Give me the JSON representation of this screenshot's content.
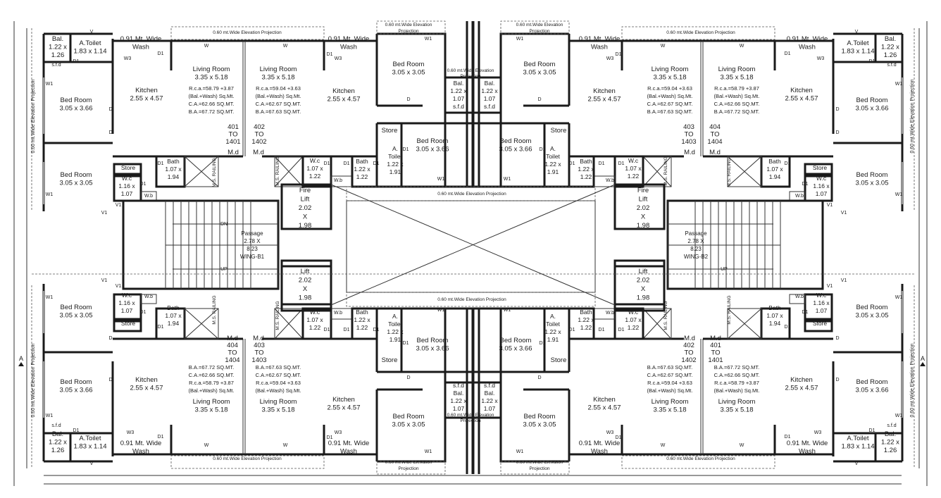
{
  "drawing": {
    "side_projection": "0.60 mt.Wide Elevation Projection",
    "section_marker": "A",
    "railing": "M.S. RAILING",
    "markers_top": [
      "D1",
      "D1",
      "W3",
      "s.f.d",
      "W1",
      "D",
      "D",
      "W1",
      "W",
      "W",
      "D1",
      "W3",
      "W1",
      "D",
      "D1",
      "W1",
      "D1",
      "D1",
      "W.b",
      "D1",
      "D1",
      "D1",
      "W.b",
      "V1",
      "V1",
      "V"
    ],
    "markers_bottom": [
      "D1",
      "D1",
      "W3",
      "s.f.d",
      "W1",
      "D",
      "D",
      "W1",
      "W",
      "W",
      "D1",
      "W3",
      "W1",
      "D",
      "D1",
      "W1",
      "D1",
      "D1",
      "W.b",
      "D1",
      "D1",
      "D1",
      "W.b",
      "V1",
      "V1",
      "V"
    ],
    "middle_projection": "0.60 mt.Wide Elevation Projection"
  },
  "quadrants": {
    "top_left": {
      "bal": [
        "Bal.",
        "1.22 x",
        "1.26"
      ],
      "toilet": [
        "A.Toilet",
        "1.83 x 1.14"
      ],
      "wash1": [
        "0.91 Mt. Wide",
        "Wash"
      ],
      "bedroom1": [
        "Bed Room",
        "3.05 x 3.66"
      ],
      "bedroom2": [
        "Bed Room",
        "3.05 x 3.05"
      ],
      "kitchen1": [
        "Kitchen",
        "2.55 x 4.57"
      ],
      "living1": [
        "Living Room",
        "3.35 x 5.18"
      ],
      "area1": [
        "R.c.a.=58.79 +3.87",
        "(Bal.+Wash) Sq.Mt.",
        "C.A.=62.66 SQ.MT.",
        "B.A.=67.72 SQ.MT."
      ],
      "unit1": [
        "401",
        "TO",
        "1401"
      ],
      "md1": "M.d",
      "living2": [
        "Living Room",
        "3.35 x 5.18"
      ],
      "area2": [
        "R.c.a.=59.04 +3.63",
        "(Bal.+Wash) Sq.Mt.",
        "C.A.=62.67 SQ.MT.",
        "B.A.=67.63 SQ.MT."
      ],
      "unit2": [
        "402",
        "TO",
        "1402"
      ],
      "md2": "M.d",
      "wash2": [
        "0.91 Mt. Wide",
        "Wash"
      ],
      "kitchen2": [
        "Kitchen",
        "2.55 x 4.57"
      ],
      "elev1": [
        "0.60 mt.Wide Elevation Projection"
      ],
      "elev2": [
        "0.60 mt.Wide Elevation",
        "Projection"
      ],
      "elev3": [
        "0.60 mt.Wide Elevation",
        "Projection"
      ],
      "bedroom3": [
        "Bed Room",
        "3.05 x 3.05"
      ],
      "bal2": [
        "Bal.",
        "1.22 x",
        "1.07",
        "s.f.d"
      ],
      "store1": "Store",
      "toilet2": [
        "A.",
        "Toilet",
        "1.22 x",
        "1.91"
      ],
      "bedroom4": [
        "Bed Room",
        "3.05 x 3.66"
      ],
      "bath1": [
        "Bath",
        "1.22 x",
        "1.22"
      ],
      "wc1": [
        "W.c",
        "1.07 x",
        "1.22"
      ],
      "bath2": [
        "Bath",
        "1.07 x",
        "1.94"
      ],
      "store2": "Store",
      "wc2": [
        "W.c",
        "1.16 x",
        "1.07"
      ],
      "firelift": [
        "Fire",
        "Lift",
        "2.02",
        "X",
        "1.98"
      ],
      "lift": [
        "Lift",
        "2.02",
        "X",
        "1.98"
      ],
      "passage": [
        "Passage",
        "2.78 X",
        "8.23",
        "WING-B1"
      ],
      "dn": "DN",
      "up": "UP"
    },
    "top_right": {
      "bal": [
        "Bal.",
        "1.22 x",
        "1.26"
      ],
      "toilet": [
        "A.Toilet",
        "1.83 x 1.14"
      ],
      "wash1": [
        "0.91 Mt. Wide",
        "Wash"
      ],
      "bedroom1": [
        "Bed Room",
        "3.05 x 3.66"
      ],
      "bedroom2": [
        "Bed Room",
        "3.05 x 3.05"
      ],
      "kitchen1": [
        "Kitchen",
        "2.55 x 4.57"
      ],
      "living1": [
        "Living Room",
        "3.35 x 5.18"
      ],
      "area1": [
        "R.c.a.=58.79 +3.87",
        "(Bal.+Wash) Sq.Mt.",
        "C.A.=62.66 SQ.MT.",
        "B.A.=67.72 SQ.MT."
      ],
      "unit1": [
        "404",
        "TO",
        "1404"
      ],
      "md1": "M.d",
      "living2": [
        "Living Room",
        "3.35 x 5.18"
      ],
      "area2": [
        "R.c.a.=59.04 +3.63",
        "(Bal.+Wash) Sq.Mt.",
        "C.A.=62.67 SQ.MT.",
        "B.A.=67.63 SQ.MT."
      ],
      "unit2": [
        "403",
        "TO",
        "1403"
      ],
      "md2": "M.d",
      "wash2": [
        "0.91 Mt. Wide",
        "Wash"
      ],
      "kitchen2": [
        "Kitchen",
        "2.55 x 4.57"
      ],
      "elev1": [
        "0.60 mt.Wide Elevation Projection"
      ],
      "elev2": [
        "0.60 mt.Wide Elevation",
        "Projection"
      ],
      "elev3": [],
      "bedroom3": [
        "Bed Room",
        "3.05 x 3.05"
      ],
      "bal2": [
        "Bal.",
        "1.22 x",
        "1.07",
        "s.f.d"
      ],
      "store1": "Store",
      "toilet2": [
        "A.",
        "Toilet",
        "1.22 x",
        "1.91"
      ],
      "bedroom4": [
        "Bed Room",
        "3.05 x 3.66"
      ],
      "bath1": [
        "Bath",
        "1.22 x",
        "1.22"
      ],
      "wc1": [
        "W.c",
        "1.07 x",
        "1.22"
      ],
      "bath2": [
        "Bath",
        "1.07 x",
        "1.94"
      ],
      "store2": "Store",
      "wc2": [
        "W.c",
        "1.16 x",
        "1.07"
      ],
      "firelift": [
        "Fire",
        "Lift",
        "2.02",
        "X",
        "1.98"
      ],
      "lift": [
        "Lift",
        "2.02",
        "X",
        "1.98"
      ],
      "passage": [
        "Passage",
        "2.78 X",
        "8.23",
        "WING-B2"
      ],
      "dn": "",
      "up": "UP"
    },
    "bottom_left": {
      "bal": [
        "Bal.",
        "1.22 x",
        "1.26"
      ],
      "toilet": [
        "A.Toilet",
        "1.83 x 1.14"
      ],
      "wash1": [
        "0.91 Mt. Wide",
        "Wash"
      ],
      "bedroom1": [
        "Bed Room",
        "3.05 x 3.66"
      ],
      "bedroom2": [
        "Bed Room",
        "3.05 x 3.05"
      ],
      "kitchen1": [
        "Kitchen",
        "2.55 x 4.57"
      ],
      "living1": [
        "Living Room",
        "3.35 x 5.18"
      ],
      "area1": [
        "B.A.=67.72 SQ.MT.",
        "C.A.=62.66 SQ.MT.",
        "R.c.a.=58.79 +3.87",
        "(Bal.+Wash) Sq.Mt."
      ],
      "unit1": [
        "404",
        "TO",
        "1404"
      ],
      "md1": "M.d",
      "living2": [
        "Living Room",
        "3.35 x 5.18"
      ],
      "area2": [
        "B.A.=67.63 SQ.MT.",
        "C.A.=62.67 SQ.MT.",
        "R.c.a.=59.04 +3.63",
        "(Bal.+Wash) Sq.Mt."
      ],
      "unit2": [
        "403",
        "TO",
        "1403"
      ],
      "md2": "M.d",
      "wash2": [
        "0.91 Mt. Wide",
        "Wash"
      ],
      "kitchen2": [
        "Kitchen",
        "2.55 x 4.57"
      ],
      "elev1": [
        "0.60 mt.Wide Elevation Projection"
      ],
      "elev2": [
        "0.60 mt.Wide Elevation",
        "Projection"
      ],
      "elev3": [
        "0.60 mt.Wide Elevation",
        "Projection"
      ],
      "bedroom3": [
        "Bed Room",
        "3.05 x 3.05"
      ],
      "bal2": [
        "s.f.d",
        "Bal.",
        "1.22 x",
        "1.07"
      ],
      "store1": "Store",
      "toilet2": [
        "A.",
        "Toilet",
        "1.22 x",
        "1.91"
      ],
      "bedroom4": [
        "Bed Room",
        "3.05 x 3.66"
      ],
      "bath1": [
        "Bath",
        "1.22 x",
        "1.22"
      ],
      "wc1": [
        "W.c",
        "1.07 x",
        "1.22"
      ],
      "bath2": [
        "Bath",
        "1.07 x",
        "1.94"
      ],
      "store2": "Store",
      "wc2": [
        "W.c",
        "1.16 x",
        "1.07"
      ]
    },
    "bottom_right": {
      "bal": [
        "Bal.",
        "1.22 x",
        "1.26"
      ],
      "toilet": [
        "A.Toilet",
        "1.83 x 1.14"
      ],
      "wash1": [
        "0.91 Mt. Wide",
        "Wash"
      ],
      "bedroom1": [
        "Bed Room",
        "3.05 x 3.66"
      ],
      "bedroom2": [
        "Bed Room",
        "3.05 x 3.05"
      ],
      "kitchen1": [
        "Kitchen",
        "2.55 x 4.57"
      ],
      "living1": [
        "Living Room",
        "3.35 x 5.18"
      ],
      "area1": [
        "B.A.=67.72 SQ.MT.",
        "C.A.=62.66 SQ.MT.",
        "R.c.a.=58.79 +3.87",
        "(Bal.+Wash) Sq.Mt."
      ],
      "unit1": [
        "401",
        "TO",
        "1401"
      ],
      "md1": "M.d",
      "living2": [
        "Living Room",
        "3.35 x 5.18"
      ],
      "area2": [
        "B.A.=67.63 SQ.MT.",
        "C.A.=62.67 SQ.MT.",
        "R.c.a.=59.04 +3.63",
        "(Bal.+Wash) Sq.Mt."
      ],
      "unit2": [
        "402",
        "TO",
        "1402"
      ],
      "md2": "M.d",
      "wash2": [
        "0.91 Mt. Wide",
        "Wash"
      ],
      "kitchen2": [
        "Kitchen",
        "2.55 x 4.57"
      ],
      "elev1": [
        "0.60 mt.Wide Elevation Projection"
      ],
      "elev2": [
        "0.60 mt.Wide Elevation",
        "Projection"
      ],
      "elev3": [],
      "bedroom3": [
        "Bed Room",
        "3.05 x 3.05"
      ],
      "bal2": [
        "s.f.d",
        "Bal.",
        "1.22 x",
        "1.07"
      ],
      "store1": "Store",
      "toilet2": [
        "A.",
        "Toilet",
        "1.22 x",
        "1.91"
      ],
      "bedroom4": [
        "Bed Room",
        "3.05 x 3.66"
      ],
      "bath1": [
        "Bath",
        "1.22 x",
        "1.22"
      ],
      "wc1": [
        "W.c",
        "1.07 x",
        "1.22"
      ],
      "bath2": [
        "Bath",
        "1.07 x",
        "1.94"
      ],
      "store2": "Store",
      "wc2": [
        "W.c",
        "1.16 x",
        "1.07"
      ]
    }
  }
}
